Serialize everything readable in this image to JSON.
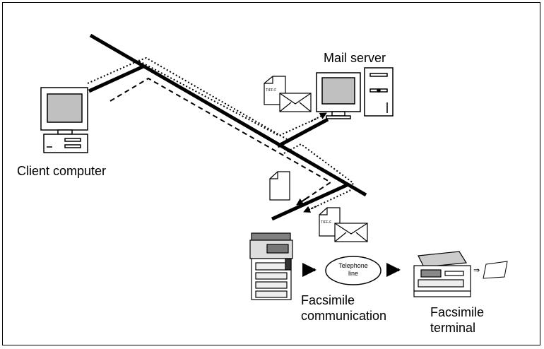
{
  "labels": {
    "mail_server": "Mail server",
    "client_computer": "Client computer",
    "telephone_line": [
      "Telephone",
      "line"
    ],
    "fax_communication": [
      "Facsimile",
      "communication"
    ],
    "fax_terminal": [
      "Facsimile",
      "terminal"
    ],
    "tiff_tag": "TIFF-F"
  }
}
